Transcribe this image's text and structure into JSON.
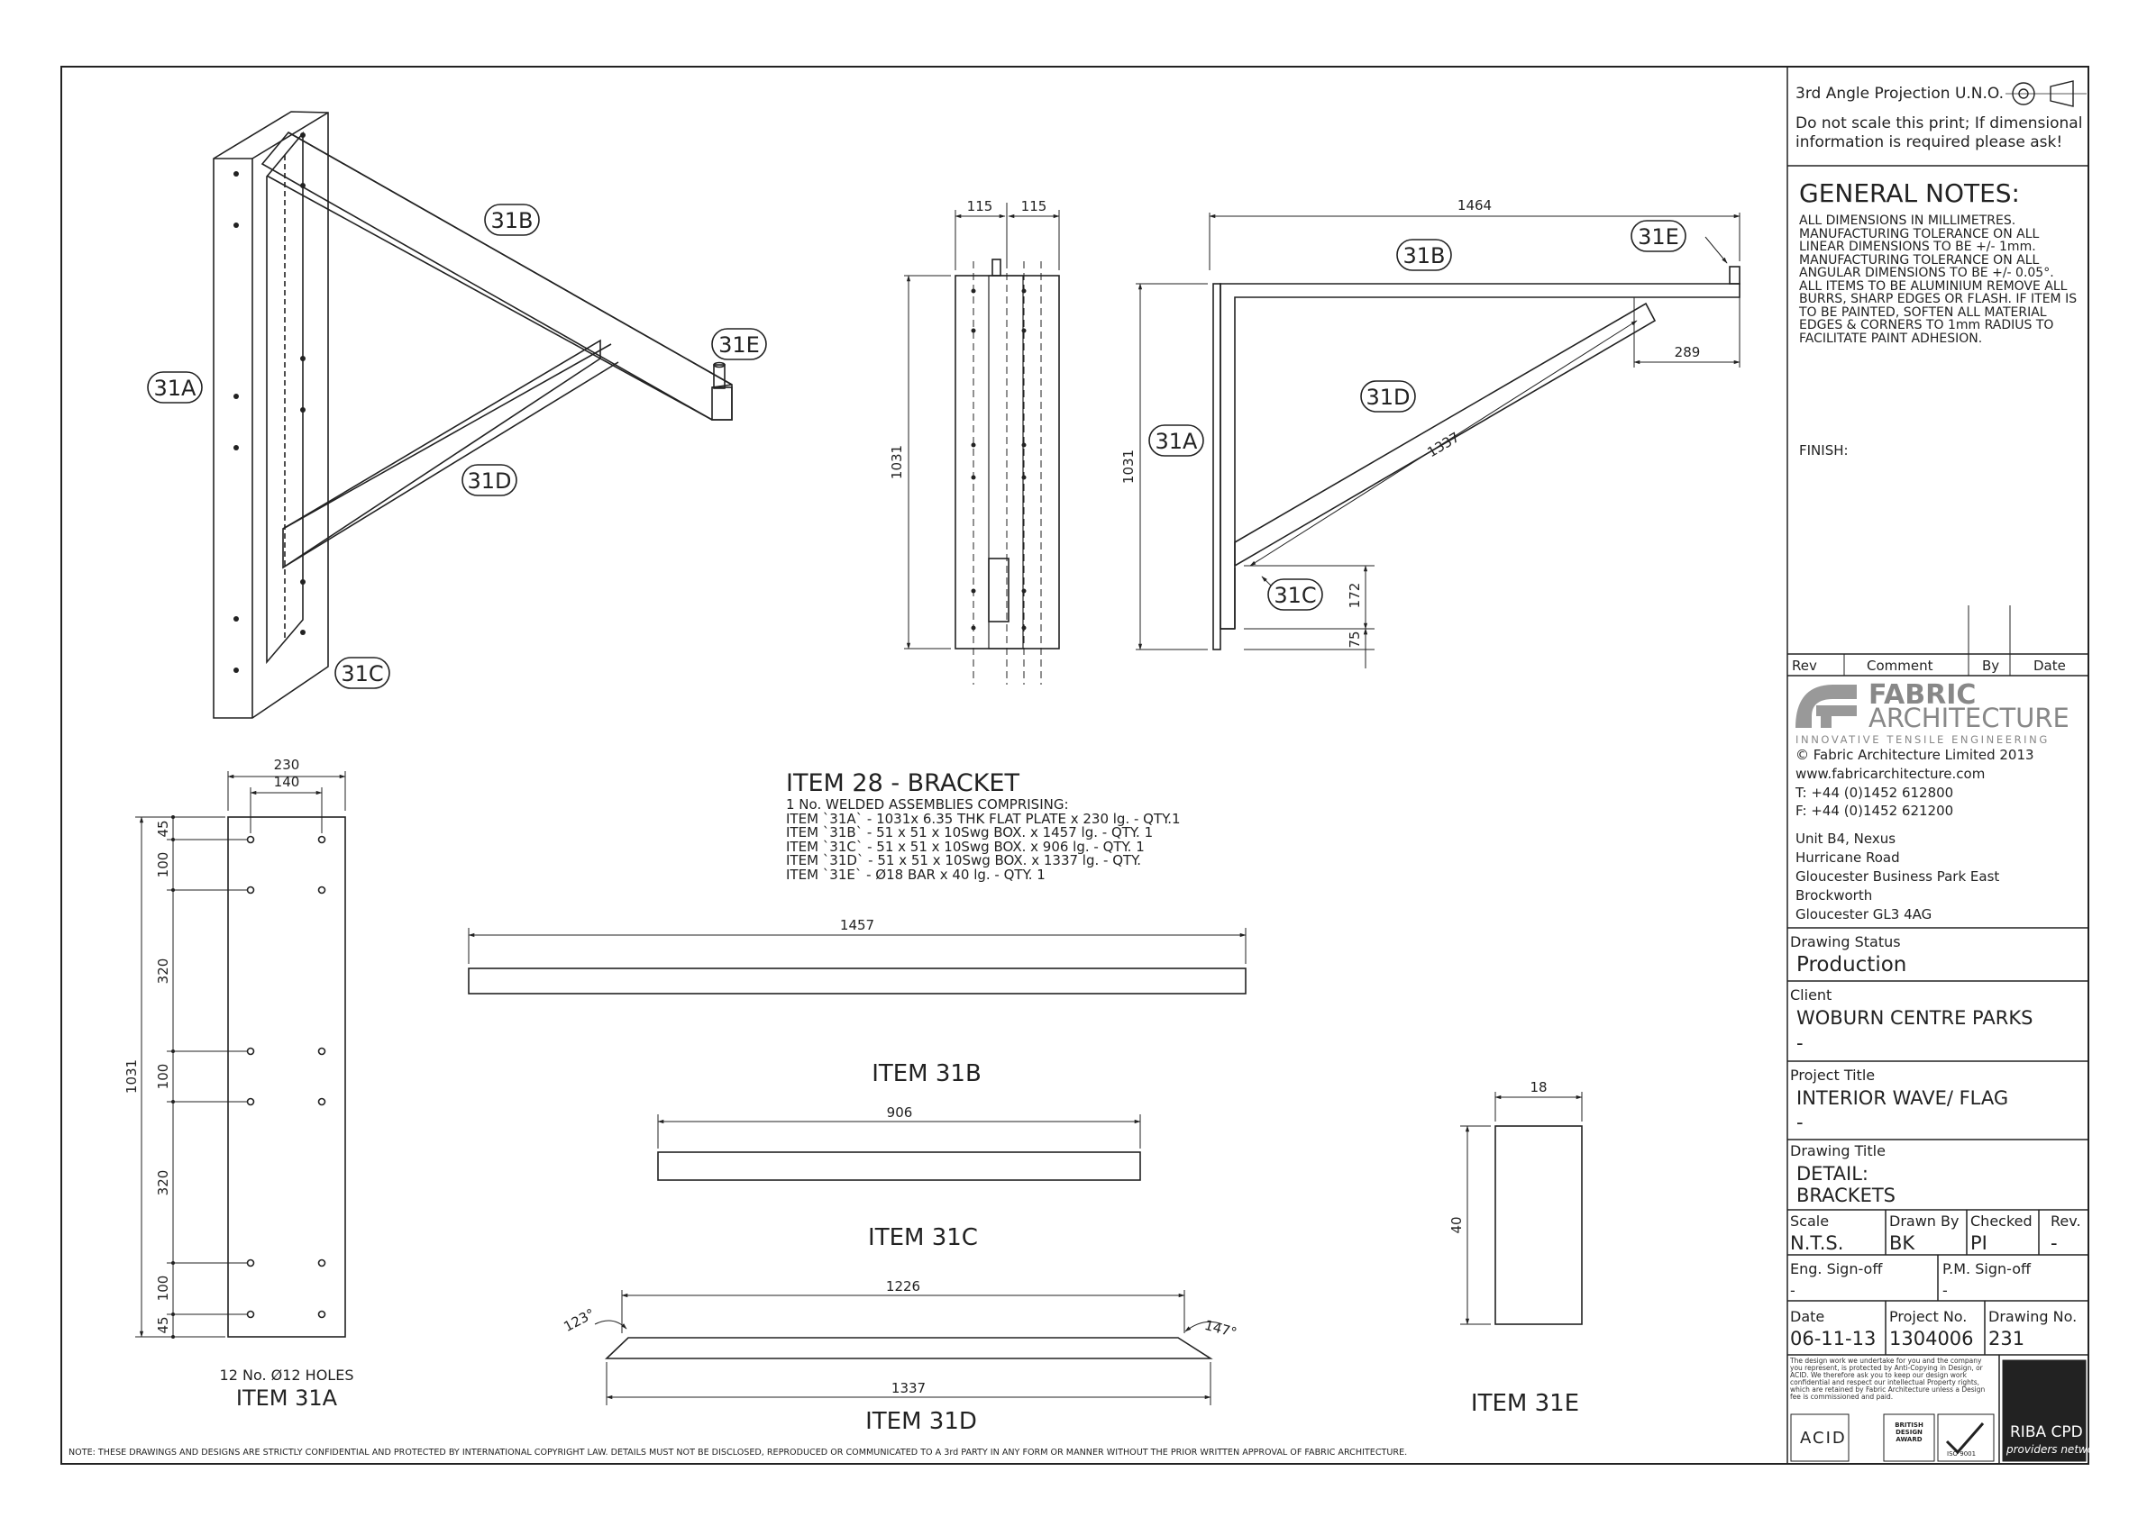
{
  "views": {
    "iso": {
      "labels": [
        "31A",
        "31B",
        "31C",
        "31D",
        "31E"
      ]
    },
    "front": {
      "dims": [
        "115",
        "115",
        "1031"
      ]
    },
    "side": {
      "dims": [
        "1464",
        "289",
        "1337",
        "1031",
        "172",
        "75"
      ],
      "labels": [
        "31A",
        "31B",
        "31C",
        "31D",
        "31E"
      ]
    },
    "item31a": {
      "dims_top": [
        "230",
        "140"
      ],
      "dims_left": [
        "45",
        "100",
        "320",
        "100",
        "320",
        "100",
        "45"
      ],
      "overall": "1031",
      "holes_note": "12 No. Ø12 HOLES",
      "title": "ITEM 31A"
    },
    "item31b": {
      "dim": "1457",
      "title": "ITEM 31B"
    },
    "item31c": {
      "dim": "906",
      "title": "ITEM 31C"
    },
    "item31d": {
      "dim_top": "1226",
      "dim_bottom": "1337",
      "angle_left": "123°",
      "angle_right": "147°",
      "title": "ITEM 31D"
    },
    "item31e": {
      "dim_w": "18",
      "dim_h": "40",
      "title": "ITEM 31E"
    }
  },
  "bracket": {
    "title": "ITEM 28 - BRACKET",
    "lines": [
      "1 No. WELDED ASSEMBLIES COMPRISING:",
      "ITEM `31A`    - 1031x 6.35 THK FLAT PLATE x 230 lg. - QTY.1",
      "ITEM `31B`    - 51 x 51 x 10Swg BOX. x 1457 lg. - QTY. 1",
      "ITEM `31C`    - 51 x 51 x 10Swg BOX. x 906 lg. - QTY. 1",
      "ITEM `31D`    - 51 x 51 x 10Swg BOX. x 1337 lg. - QTY.",
      "ITEM `31E`    - Ø18 BAR x 40 lg. - QTY. 1"
    ]
  },
  "footer_note": "NOTE: THESE DRAWINGS AND DESIGNS ARE STRICTLY CONFIDENTIAL AND PROTECTED BY INTERNATIONAL COPYRIGHT LAW. DETAILS MUST NOT BE DISCLOSED, REPRODUCED OR COMMUNICATED TO A 3rd PARTY IN ANY FORM OR MANNER WITHOUT THE PRIOR WRITTEN APPROVAL OF FABRIC ARCHITECTURE.",
  "titleblock": {
    "projection": "3rd Angle Projection U.N.O.",
    "scale_note": "Do not scale this print; If dimensional information is required please ask!",
    "general_notes_title": "GENERAL NOTES:",
    "general_notes": "ALL DIMENSIONS IN MILLIMETRES. MANUFACTURING TOLERANCE ON ALL LINEAR DIMENSIONS TO BE +/- 1mm. MANUFACTURING TOLERANCE ON ALL ANGULAR DIMENSIONS TO BE +/- 0.05°. ALL ITEMS TO BE ALUMINIUM REMOVE ALL BURRS, SHARP EDGES OR FLASH. IF ITEM IS TO BE PAINTED, SOFTEN ALL MATERIAL EDGES & CORNERS TO 1mm RADIUS TO FACILITATE PAINT ADHESION.",
    "finish_label": "FINISH:",
    "rev_headers": [
      "Rev",
      "Comment",
      "By",
      "Date"
    ],
    "company": {
      "logo_line1": "FABRIC",
      "logo_line2": "ARCHITECTURE",
      "tagline": "INNOVATIVE TENSILE ENGINEERING",
      "copyright": "© Fabric Architecture Limited 2013",
      "website": "www.fabricarchitecture.com",
      "tel": "T: +44 (0)1452 612800",
      "fax": "F: +44 (0)1452 621200",
      "address": [
        "Unit B4, Nexus",
        "Hurricane Road",
        "Gloucester Business Park East",
        "Brockworth",
        "Gloucester GL3 4AG"
      ]
    },
    "drawing_status_label": "Drawing Status",
    "drawing_status": "Production",
    "client_label": "Client",
    "client": "WOBURN CENTRE PARKS",
    "client_sub": "-",
    "project_title_label": "Project Title",
    "project_title": "INTERIOR WAVE/ FLAG",
    "project_title_sub": "-",
    "drawing_title_label": "Drawing Title",
    "drawing_title_1": "DETAIL:",
    "drawing_title_2": "BRACKETS",
    "scale_label": "Scale",
    "scale": "N.T.S.",
    "drawn_by_label": "Drawn By",
    "drawn_by": "BK",
    "checked_label": "Checked",
    "checked": "PI",
    "rev_label": "Rev.",
    "rev": "-",
    "eng_signoff_label": "Eng. Sign-off",
    "eng_signoff": "-",
    "pm_signoff_label": "P.M. Sign-off",
    "pm_signoff": "-",
    "date_label": "Date",
    "date": "06-11-13",
    "project_no_label": "Project No.",
    "project_no": "1304006",
    "drawing_no_label": "Drawing No.",
    "drawing_no": "231",
    "legal": "The design work we undertake for you and the company you represent, is protected by Anti-Copying in Design, or ACID. We therefore ask you to keep our design work confidential and respect our intellectual Property rights, which are retained by Fabric Architecture unless a Design fee is commissioned and paid.",
    "badges": [
      "ACID",
      "BRITISH DESIGN AWARD",
      "ISO 9001",
      "RIBA CPD"
    ],
    "riba_sub": "providers network"
  }
}
